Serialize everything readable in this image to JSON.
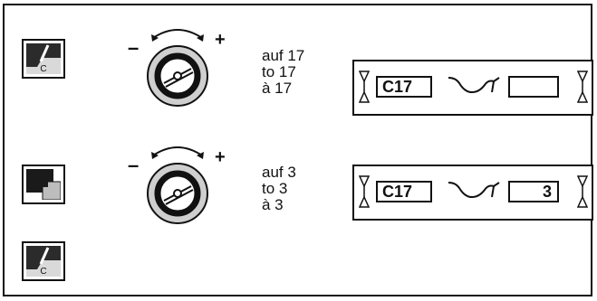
{
  "icons": {
    "top_key": "cancel-c-key-icon",
    "middle_key": "black-square-key-icon",
    "bottom_key": "cancel-c-key-icon",
    "knob": "rotary-knob-icon"
  },
  "key_caption": "C",
  "knob_signs": {
    "minus": "–",
    "plus": "+"
  },
  "steps": [
    {
      "lines": [
        "auf 17",
        "to 17",
        "à 17"
      ],
      "display_code": "C17",
      "display_value": ""
    },
    {
      "lines": [
        "auf 3",
        "to 3",
        "à 3"
      ],
      "display_code": "C17",
      "display_value": "3"
    }
  ]
}
